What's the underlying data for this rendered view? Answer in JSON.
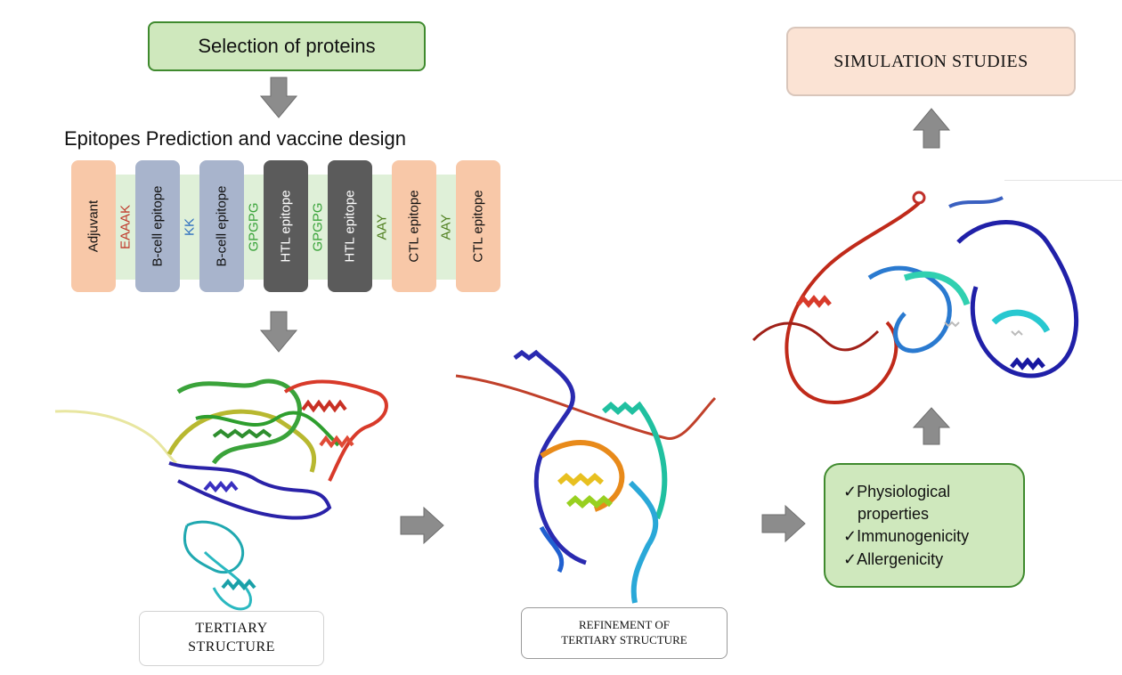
{
  "selection": {
    "label": "Selection of proteins"
  },
  "simulation": {
    "label": "SIMULATION STUDIES"
  },
  "epitopes": {
    "heading": "Epitopes Prediction and vaccine design",
    "segments": [
      {
        "label": "Adjuvant",
        "kind": "block",
        "fill": "#f8c8a8",
        "color": "#111111"
      },
      {
        "label": "EAAAK",
        "kind": "linker",
        "color": "#c0392b"
      },
      {
        "label": "B-cell epitope",
        "kind": "block",
        "fill": "#a8b4cc",
        "color": "#111111"
      },
      {
        "label": "KK",
        "kind": "linker",
        "color": "#2e6fc0"
      },
      {
        "label": "B-cell epitope",
        "kind": "block",
        "fill": "#a8b4cc",
        "color": "#111111"
      },
      {
        "label": "GPGPG",
        "kind": "linker",
        "color": "#3aa33a"
      },
      {
        "label": "HTL epitope",
        "kind": "block",
        "fill": "#5b5b5b",
        "color": "#ffffff"
      },
      {
        "label": "GPGPG",
        "kind": "linker",
        "color": "#3aa33a"
      },
      {
        "label": "HTL epitope",
        "kind": "block",
        "fill": "#5b5b5b",
        "color": "#ffffff"
      },
      {
        "label": "AAY",
        "kind": "linker",
        "color": "#4f7f1f"
      },
      {
        "label": "CTL epitope",
        "kind": "block",
        "fill": "#f8c8a8",
        "color": "#111111"
      },
      {
        "label": "AAY",
        "kind": "linker",
        "color": "#4f7f1f"
      },
      {
        "label": "CTL epitope",
        "kind": "block",
        "fill": "#f8c8a8",
        "color": "#111111"
      }
    ]
  },
  "tertiary": {
    "line1": "TERTIARY",
    "line2": "STRUCTURE"
  },
  "refinement": {
    "line1": "REFINEMENT OF",
    "line2": "TERTIARY STRUCTURE"
  },
  "properties": {
    "items": [
      {
        "text": "✓Physiological"
      },
      {
        "text": "properties"
      },
      {
        "text": "✓Immunogenicity"
      },
      {
        "text": "✓Allergenicity"
      }
    ]
  },
  "colors": {
    "arrow": "#8c8c8c",
    "green_box": "#cfe8bd",
    "green_border": "#3f8a2e",
    "sim_box": "#fbe3d4"
  }
}
